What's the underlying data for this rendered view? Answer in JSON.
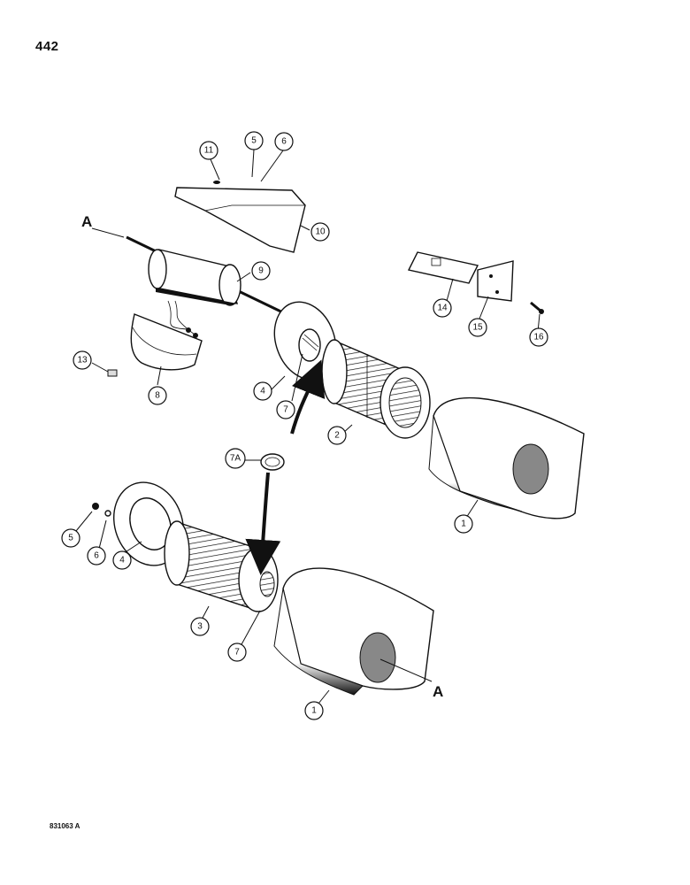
{
  "page": {
    "number": "442",
    "figure_code": "831063 A"
  },
  "view_markers": {
    "top": "A",
    "bottom": "A"
  },
  "callouts": [
    {
      "id": "c11",
      "text": "11"
    },
    {
      "id": "c5a",
      "text": "5"
    },
    {
      "id": "c6a",
      "text": "6"
    },
    {
      "id": "c10",
      "text": "10"
    },
    {
      "id": "c9",
      "text": "9"
    },
    {
      "id": "c13",
      "text": "13"
    },
    {
      "id": "c8",
      "text": "8"
    },
    {
      "id": "c4a",
      "text": "4"
    },
    {
      "id": "c7a",
      "text": "7"
    },
    {
      "id": "c2",
      "text": "2"
    },
    {
      "id": "c14",
      "text": "14"
    },
    {
      "id": "c15",
      "text": "15"
    },
    {
      "id": "c16",
      "text": "16"
    },
    {
      "id": "c1a",
      "text": "1"
    },
    {
      "id": "c7A",
      "text": "7A"
    },
    {
      "id": "c5b",
      "text": "5"
    },
    {
      "id": "c6b",
      "text": "6"
    },
    {
      "id": "c4b",
      "text": "4"
    },
    {
      "id": "c3",
      "text": "3"
    },
    {
      "id": "c7b",
      "text": "7"
    },
    {
      "id": "c1b",
      "text": "1"
    }
  ]
}
